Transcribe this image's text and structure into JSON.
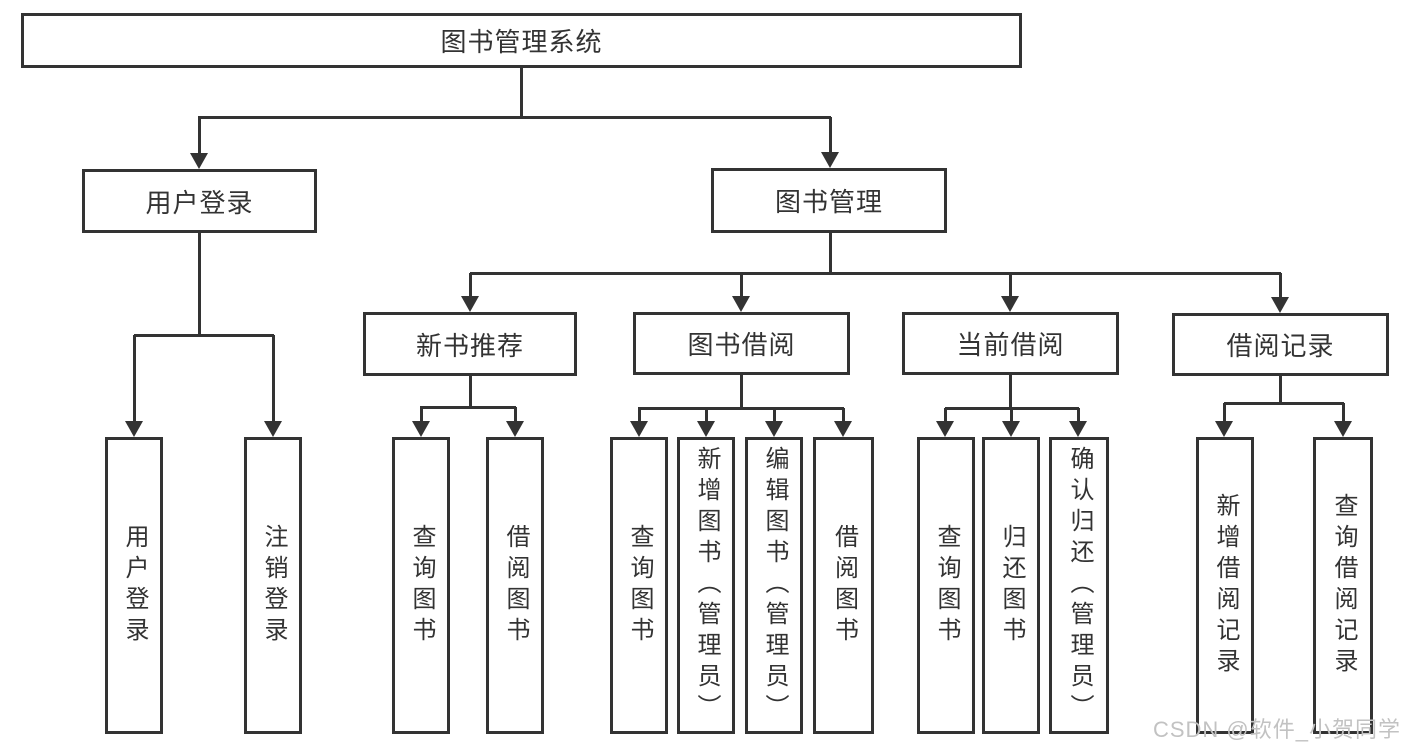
{
  "diagram_title": "图书管理系统",
  "nodes": {
    "root": "图书管理系统",
    "user_login": "用户登录",
    "book_mgmt": "图书管理",
    "new_book": "新书推荐",
    "book_borrow": "图书借阅",
    "current_borrow": "当前借阅",
    "borrow_record": "借阅记录",
    "leaves": {
      "user_login": [
        "用户登录",
        "注销登录"
      ],
      "new_book": [
        "查询图书",
        "借阅图书"
      ],
      "book_borrow": [
        "查询图书",
        "新增图书（管理员）",
        "编辑图书（管理员）",
        "借阅图书"
      ],
      "current_borrow": [
        "查询图书",
        "归还图书",
        "确认归还（管理员）"
      ],
      "borrow_record": [
        "新增借阅记录",
        "查询借阅记录"
      ]
    }
  },
  "watermark": "CSDN @软件_小贺同学",
  "colors": {
    "line": "#333333",
    "text": "#333333",
    "background": "#ffffff",
    "watermark": "#c2c2c2"
  }
}
